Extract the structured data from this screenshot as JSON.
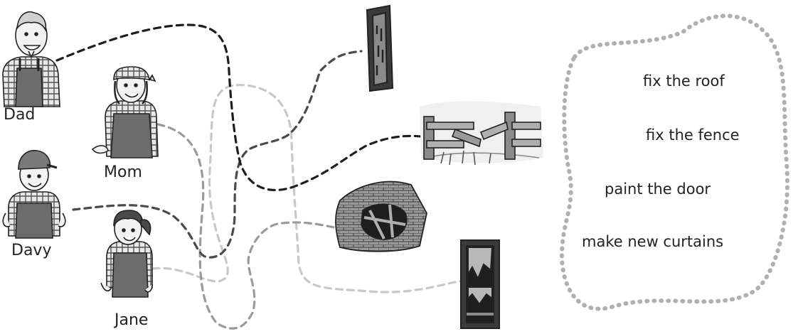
{
  "people": [
    {
      "id": "dad",
      "name": "Dad"
    },
    {
      "id": "mom",
      "name": "Mom"
    },
    {
      "id": "davy",
      "name": "Davy"
    },
    {
      "id": "jane",
      "name": "Jane"
    }
  ],
  "pictures": [
    {
      "id": "door",
      "icon": "door-icon"
    },
    {
      "id": "fence",
      "icon": "broken-fence-icon"
    },
    {
      "id": "roof",
      "icon": "damaged-roof-icon"
    },
    {
      "id": "window",
      "icon": "torn-curtain-window-icon"
    }
  ],
  "tasks": [
    "fix the roof",
    "fix the fence",
    "paint the door",
    "make new curtains"
  ],
  "colors": {
    "line_dad": "#1e1e1e",
    "line_mom": "#9a9a9a",
    "line_davy": "#4a4a4a",
    "line_jane": "#c8c8c8",
    "frame_dots": "#b0b0b0"
  }
}
